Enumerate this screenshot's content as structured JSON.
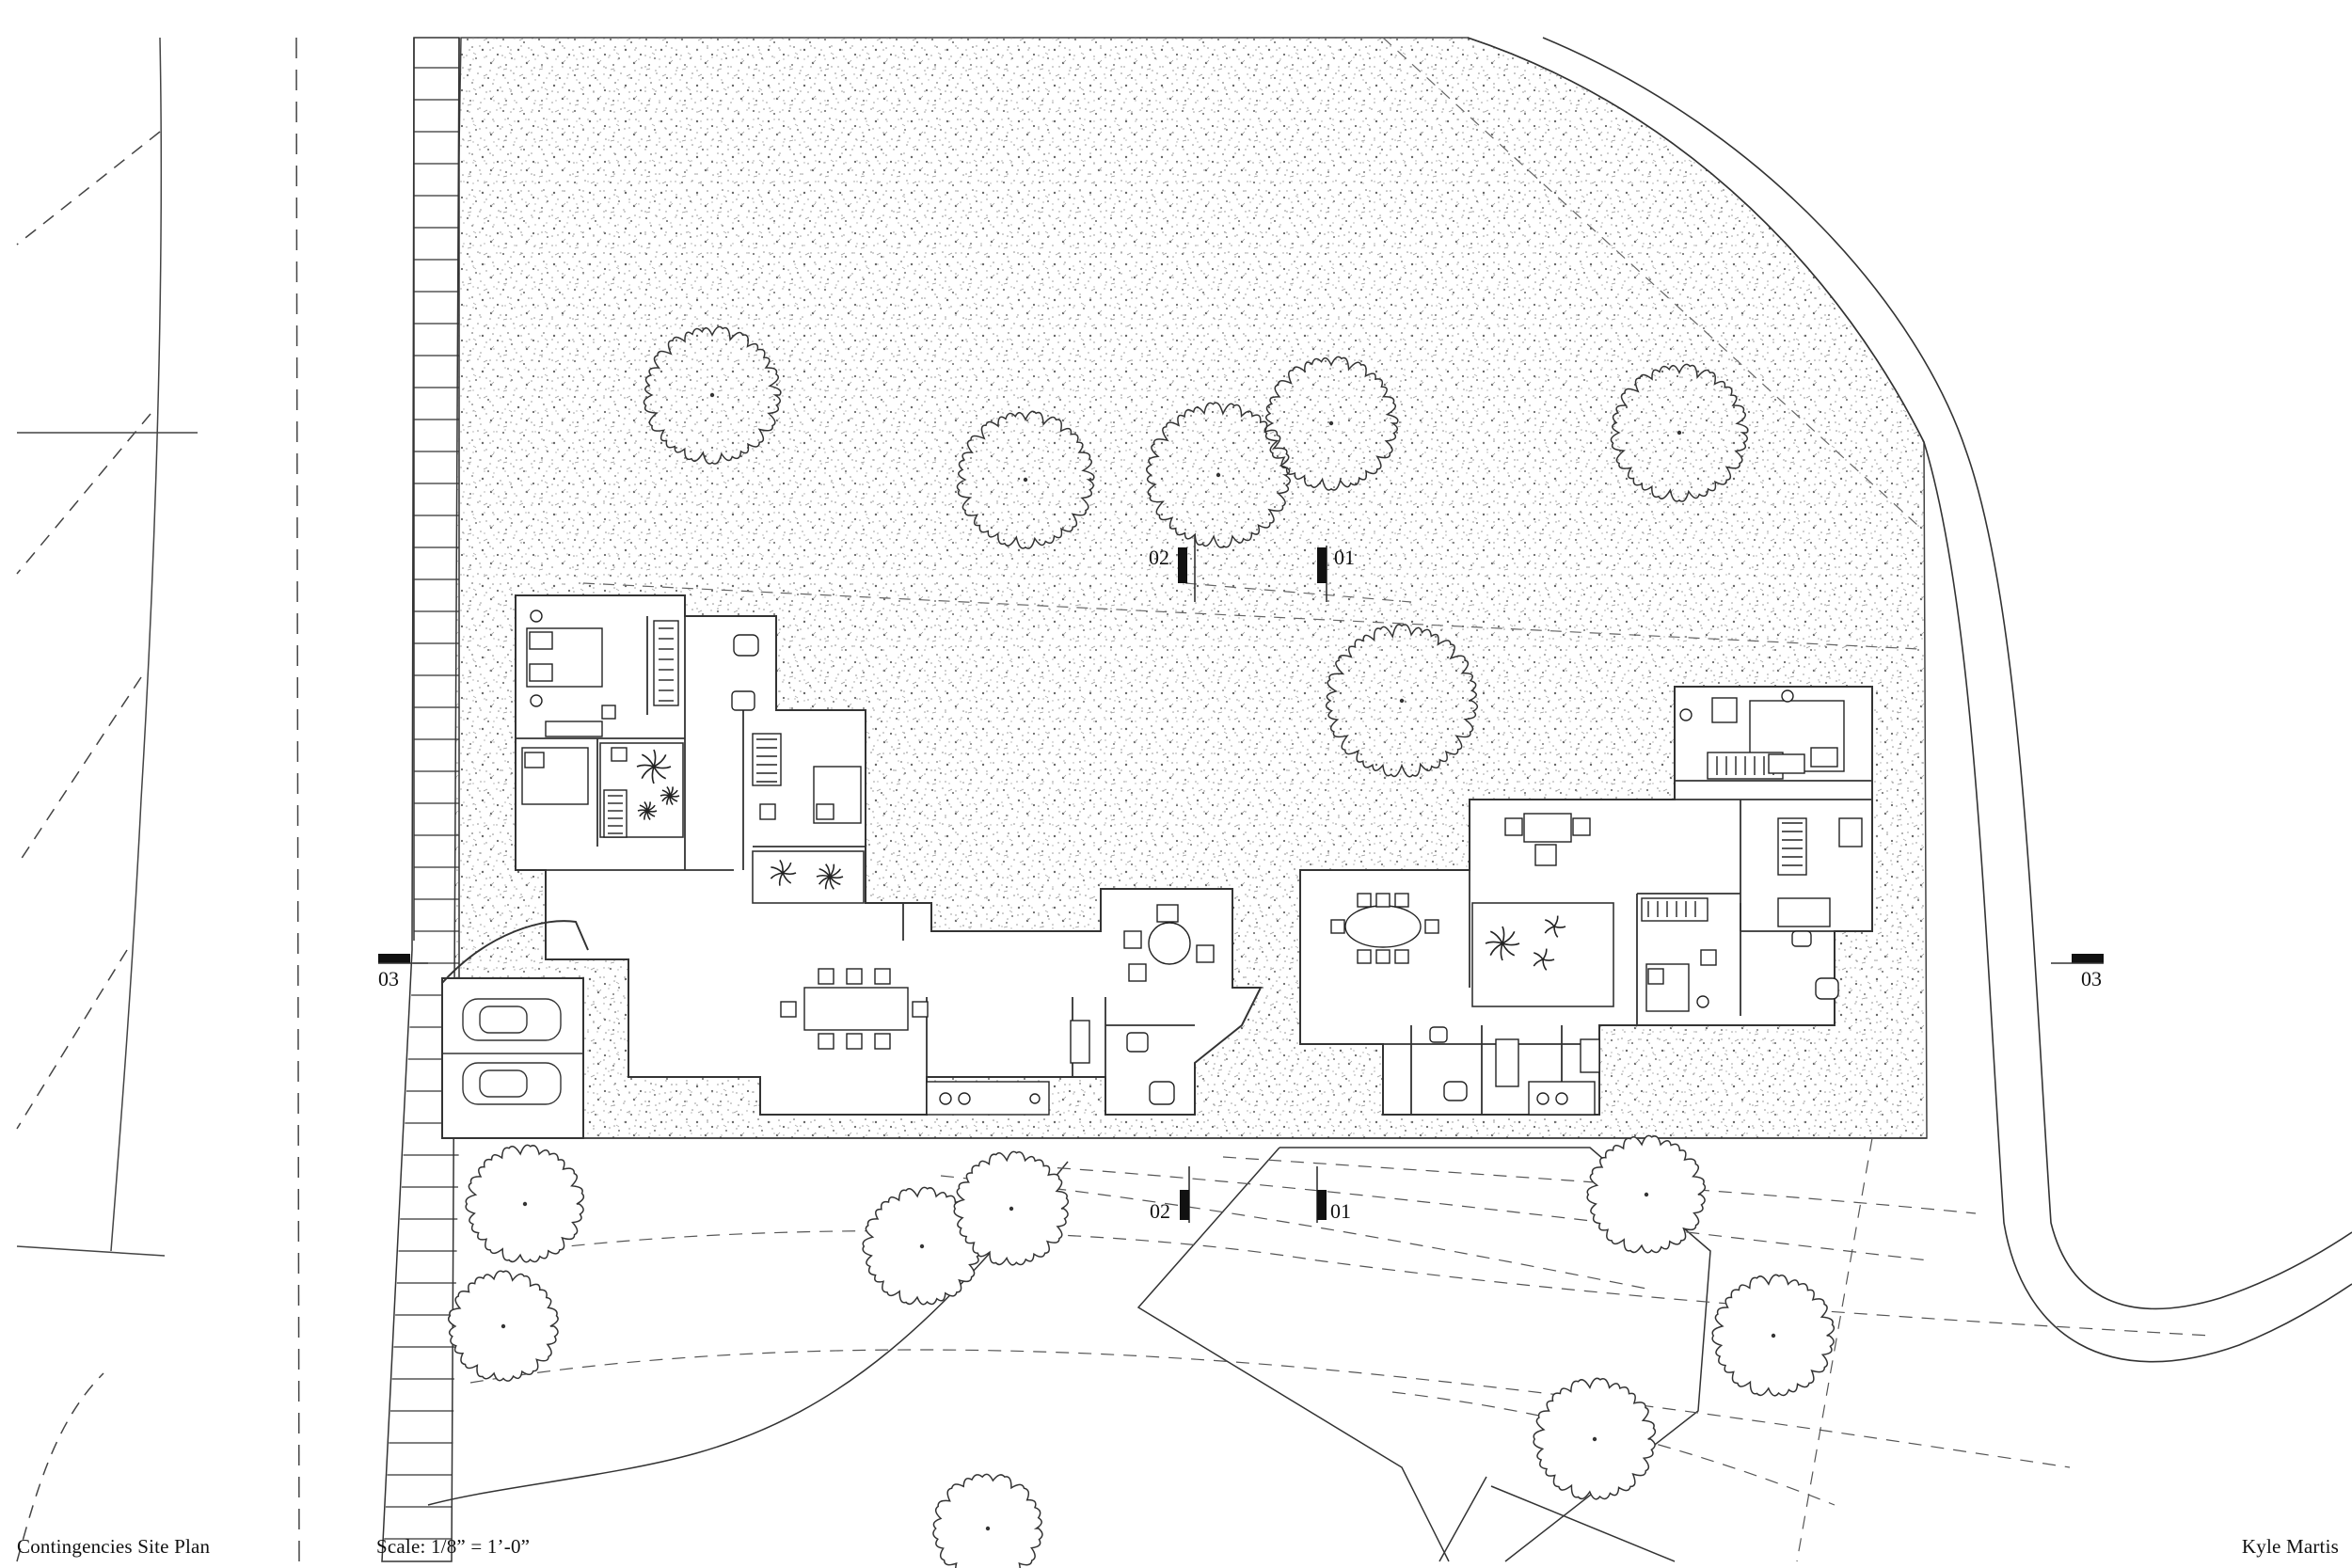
{
  "drawing": {
    "title": "Contingencies Site Plan",
    "scale": "Scale: 1/8” = 1’-0”",
    "author": "Kyle Martis"
  },
  "section_marks": [
    {
      "id": "top-02",
      "label": "02"
    },
    {
      "id": "top-01",
      "label": "01"
    },
    {
      "id": "bottom-02",
      "label": "02"
    },
    {
      "id": "bottom-01",
      "label": "01"
    },
    {
      "id": "left-03",
      "label": "03"
    },
    {
      "id": "right-03",
      "label": "03"
    }
  ],
  "colors": {
    "line": "#333333",
    "stipple": "#6b6b6b",
    "mark": "#111111",
    "background": "#ffffff"
  }
}
